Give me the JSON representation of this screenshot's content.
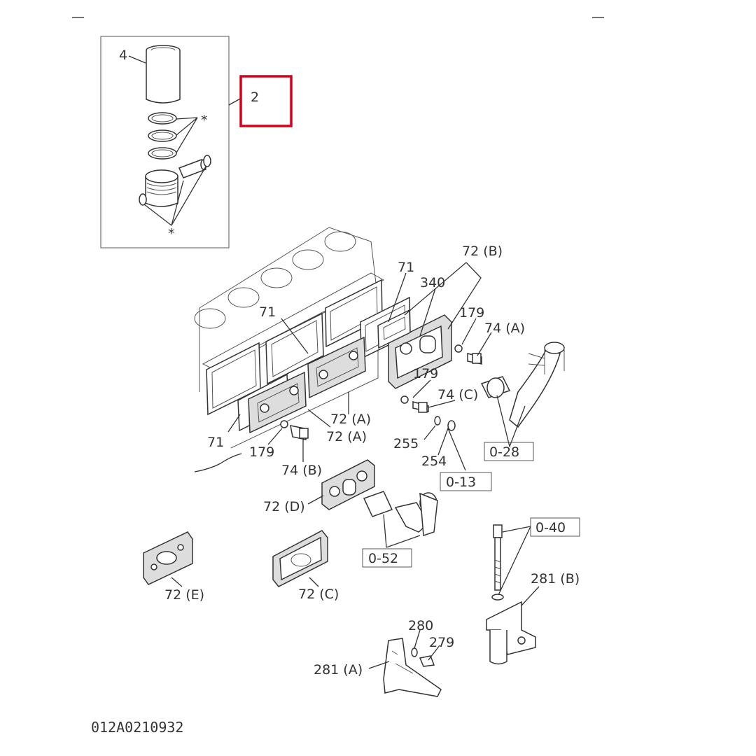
{
  "corner_marks": [
    "—",
    "—"
  ],
  "drawing_number": "012A0210932",
  "callouts": [
    {
      "id": "c4",
      "text": "4"
    },
    {
      "id": "c2",
      "text": "2"
    },
    {
      "id": "star1",
      "text": "*"
    },
    {
      "id": "star2",
      "text": "*"
    },
    {
      "id": "c72b",
      "text": "72 (B)"
    },
    {
      "id": "c71a",
      "text": "71"
    },
    {
      "id": "c340",
      "text": "340"
    },
    {
      "id": "c179a",
      "text": "179"
    },
    {
      "id": "c74a",
      "text": "74 (A)"
    },
    {
      "id": "c71b",
      "text": "71"
    },
    {
      "id": "c179b",
      "text": "179"
    },
    {
      "id": "c74c",
      "text": "74 (C)"
    },
    {
      "id": "c72a1",
      "text": "72 (A)"
    },
    {
      "id": "c72a2",
      "text": "72 (A)"
    },
    {
      "id": "c71c",
      "text": "71"
    },
    {
      "id": "c179c",
      "text": "179"
    },
    {
      "id": "c255",
      "text": "255"
    },
    {
      "id": "c254",
      "text": "254"
    },
    {
      "id": "c74b",
      "text": "74 (B)"
    },
    {
      "id": "c72d",
      "text": "72 (D)"
    },
    {
      "id": "c72e",
      "text": "72 (E)"
    },
    {
      "id": "c72c",
      "text": "72 (C)"
    },
    {
      "id": "c281b",
      "text": "281 (B)"
    },
    {
      "id": "c280",
      "text": "280"
    },
    {
      "id": "c279",
      "text": "279"
    },
    {
      "id": "c281a",
      "text": "281 (A)"
    }
  ],
  "references": [
    {
      "id": "r028",
      "text": "0-28"
    },
    {
      "id": "r013",
      "text": "0-13"
    },
    {
      "id": "r052",
      "text": "0-52"
    },
    {
      "id": "r040",
      "text": "0-40"
    }
  ],
  "highlight_color": "#d0021b",
  "line_color": "#333333"
}
